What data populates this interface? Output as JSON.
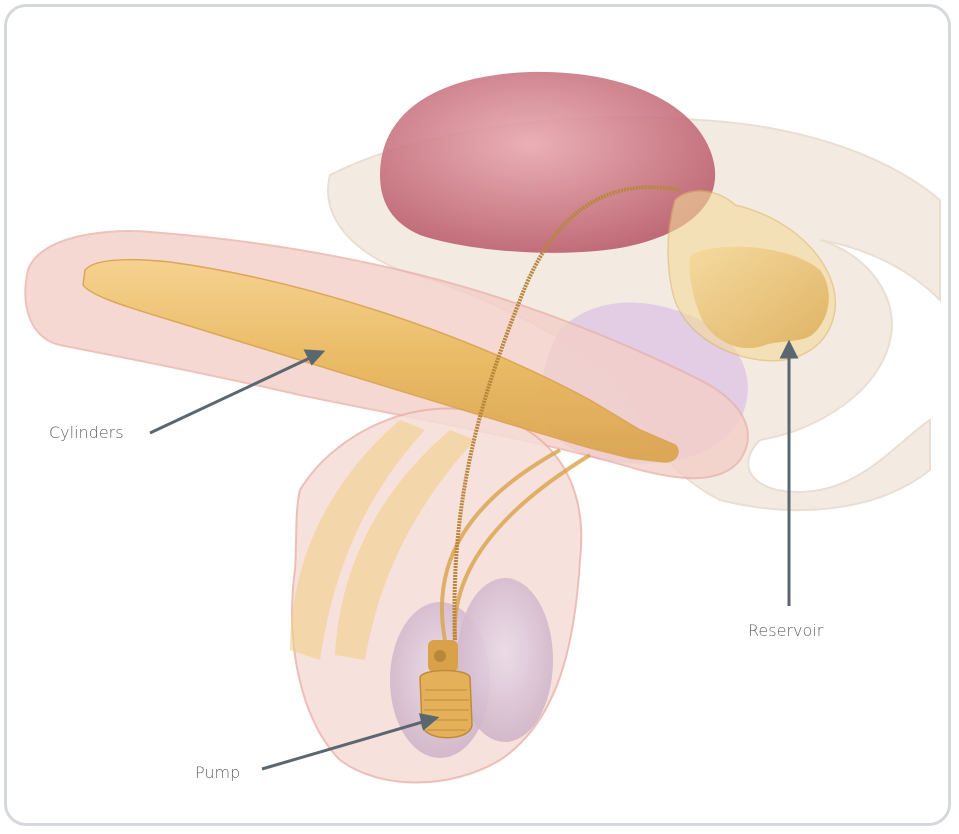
{
  "labels": {
    "cylinders": "Cylinders",
    "reservoir": "Reservoir",
    "pump": "Pump"
  },
  "colors": {
    "frame_border": "#d5d8dc",
    "label_text": "#5f6368",
    "pointer_line": "#5b6770",
    "device_gold": "#e9b85a",
    "tissue_pink": "#f3cfc8",
    "bladder_rose": "#c86d7a",
    "bone_cream": "#f2e8de"
  }
}
